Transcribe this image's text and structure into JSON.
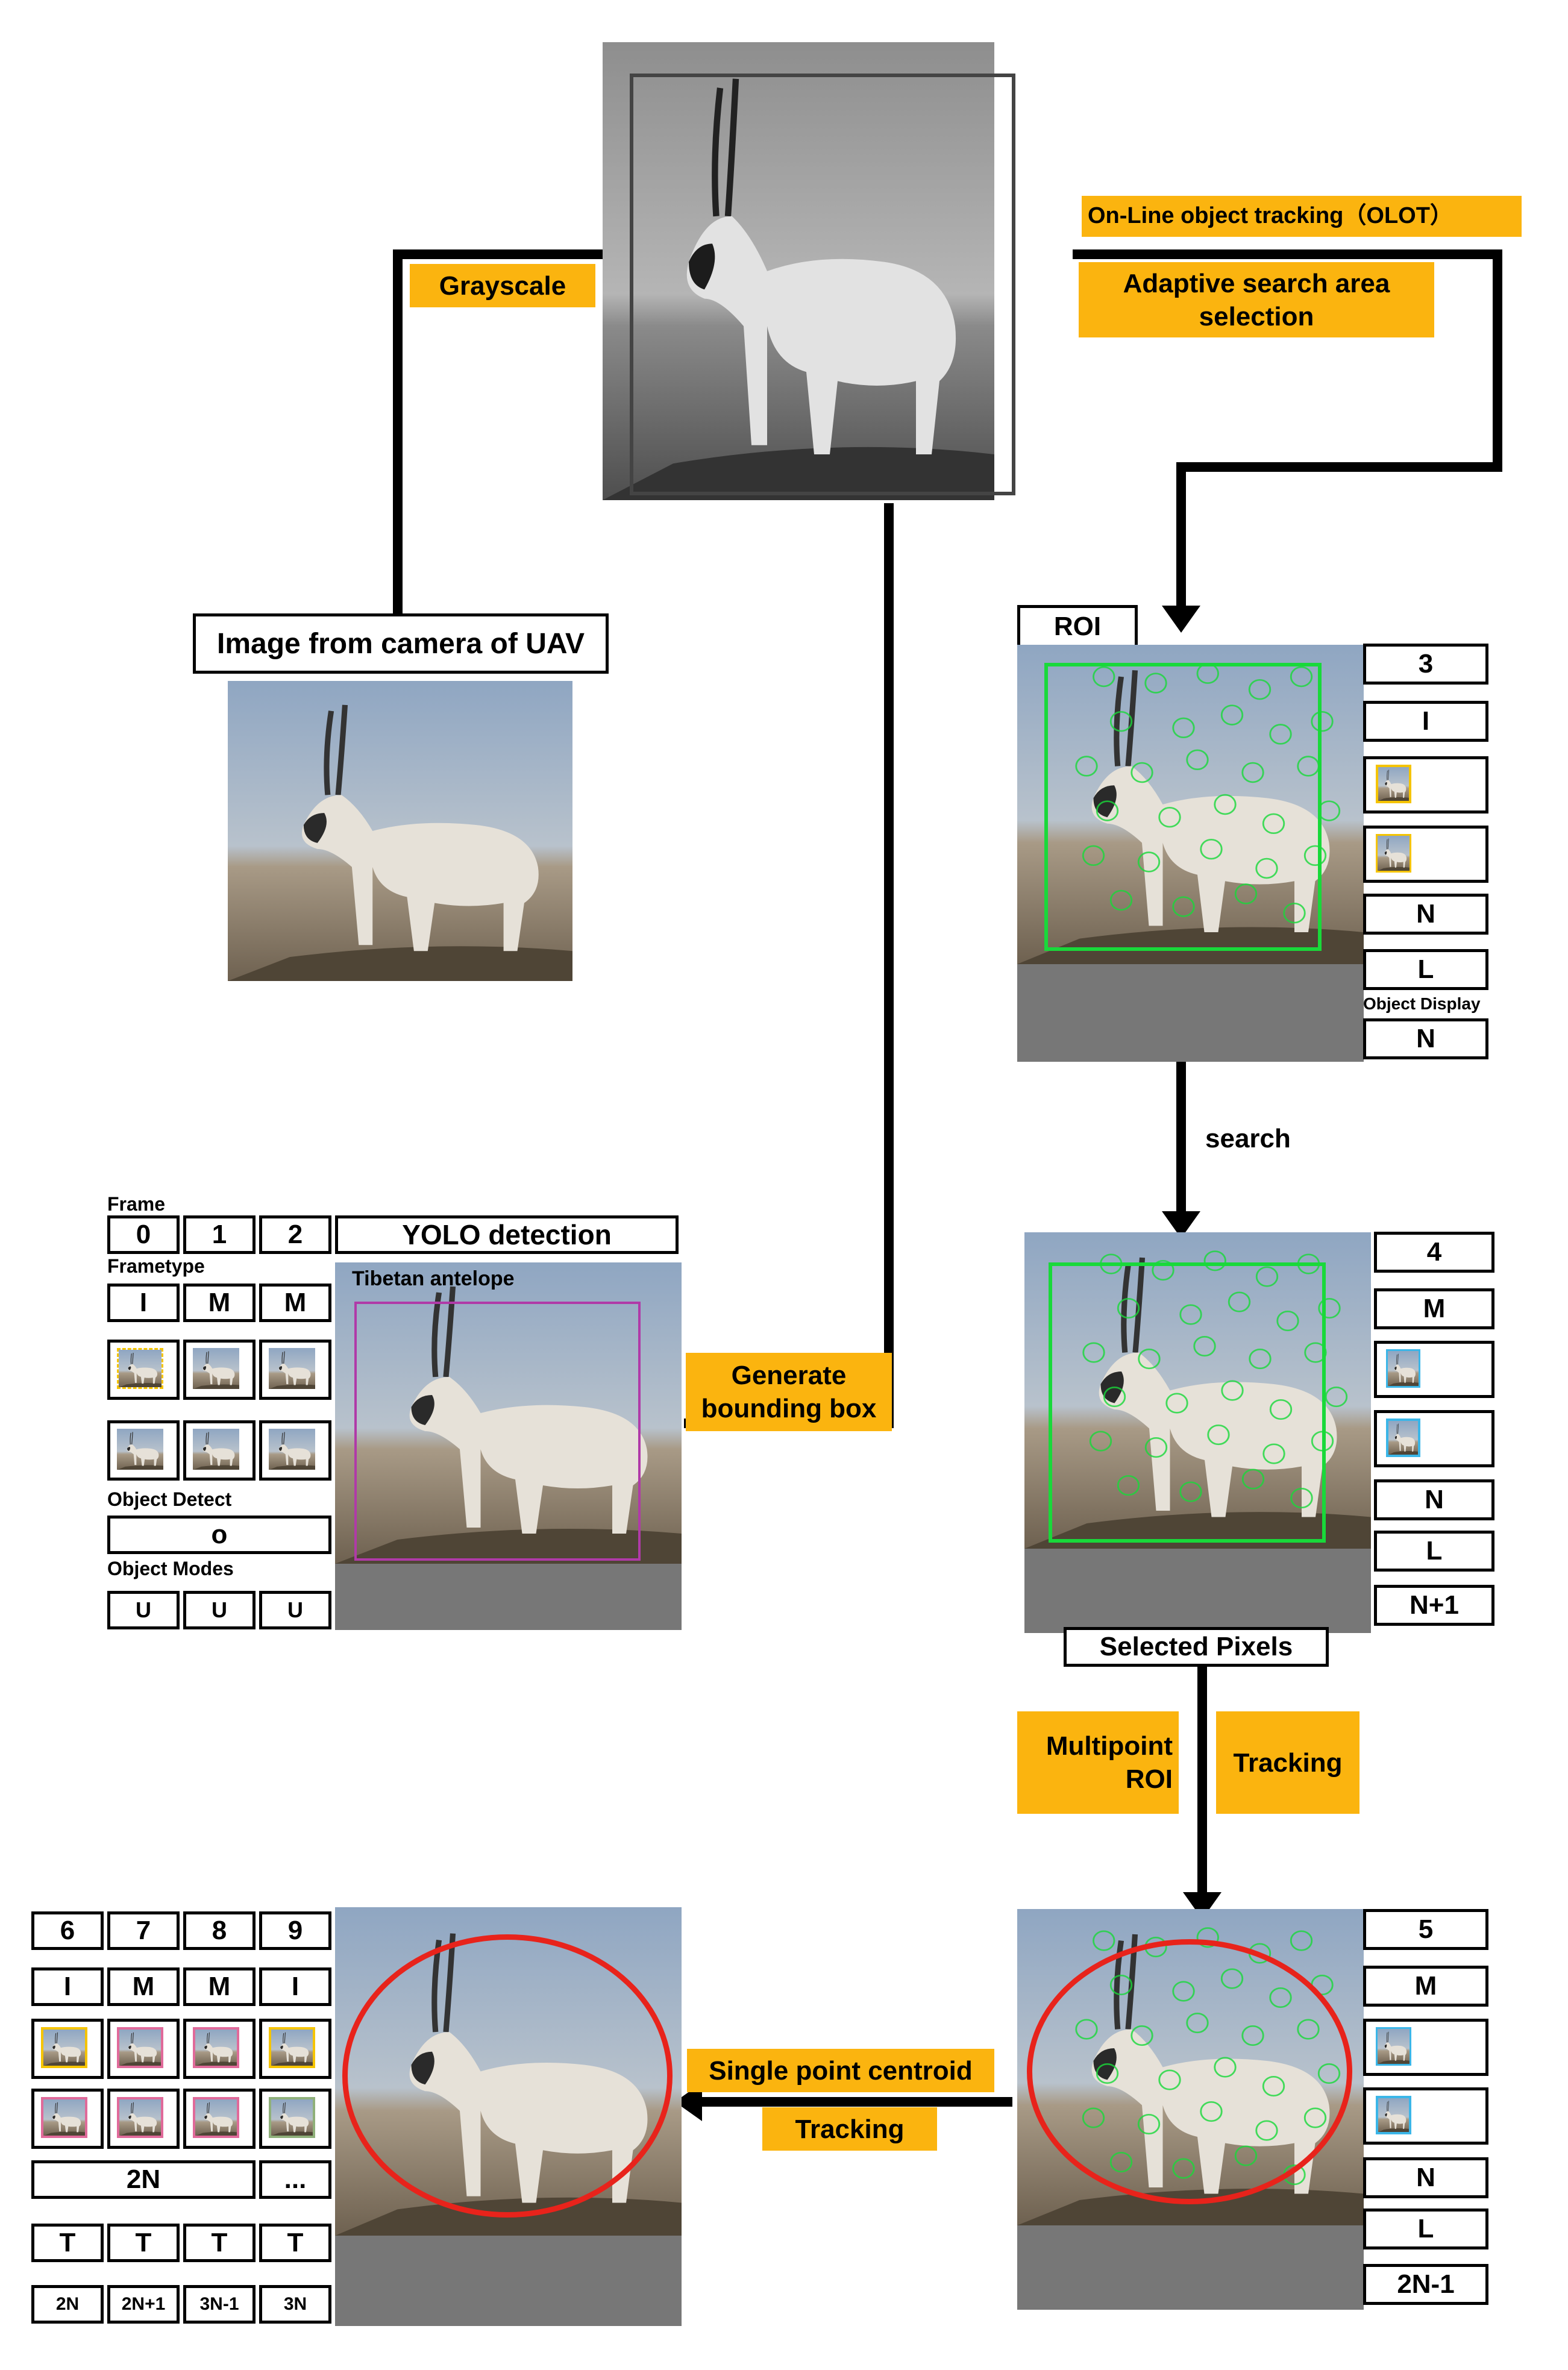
{
  "labels": {
    "olot": "On-Line object tracking（OLOT）",
    "adaptive": "Adaptive search area selection",
    "grayscale": "Grayscale",
    "image_from_camera": "Image from camera of UAV",
    "roi": "ROI",
    "search": "search",
    "selected_pixels": "Selected Pixels",
    "multipoint_roi": "Multipoint ROI",
    "tracking": "Tracking",
    "tracking2": "Tracking",
    "single_point_centroid": "Single point centroid",
    "generate_bbox": "Generate bounding box",
    "yolo_detection": "YOLO detection",
    "tibetan_antelope": "Tibetan antelope",
    "frame": "Frame",
    "frametype": "Frametype",
    "object_detect": "Object Detect",
    "object_modes": "Object Modes",
    "object_display": "Object Display"
  },
  "yolo_panel": {
    "frames": [
      "0",
      "1",
      "2"
    ],
    "frametypes": [
      "I",
      "M",
      "M"
    ],
    "object_detect_value": "o",
    "object_modes": [
      "U",
      "U",
      "U"
    ]
  },
  "roi_panel": {
    "frame": "3",
    "type": "I",
    "n1": "N",
    "l": "L",
    "display": "N"
  },
  "search_panel": {
    "frame": "4",
    "type": "M",
    "n1": "N",
    "l": "L",
    "n2": "N+1"
  },
  "track_panel": {
    "frame": "5",
    "type": "M",
    "n1": "N",
    "l": "L",
    "n2": "2N-1"
  },
  "final_panel": {
    "frames": [
      "6",
      "7",
      "8",
      "9"
    ],
    "types": [
      "I",
      "M",
      "M",
      "I"
    ],
    "span_label": "2N",
    "ellipsis": "...",
    "t_row": [
      "T",
      "T",
      "T",
      "T"
    ],
    "bottom_row": [
      "2N",
      "2N+1",
      "3N-1",
      "3N"
    ]
  },
  "colors": {
    "tag": "#FBB40F",
    "roi_box": "#19D93A",
    "circle": "#E8231B",
    "yolo_box": "#B03AA8",
    "thumb_yellow": "#F5C400",
    "thumb_pink": "#E06A9A",
    "thumb_blue": "#3BB6E8"
  }
}
